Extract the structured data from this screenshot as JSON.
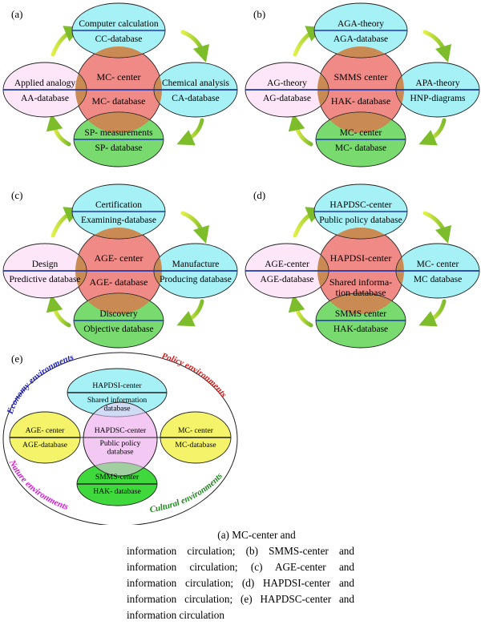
{
  "colors": {
    "cyan": "#a6f1f6",
    "pink": "#fde6f8",
    "green": "#79db6f",
    "center_red": "#f08a86",
    "overlap": "#c98a54",
    "divider": "#1c3ab0",
    "arrow_yellow": "#e3f04a",
    "arrow_green": "#7dbc2a",
    "yellow": "#f5f36a",
    "bright_green": "#3fd83d",
    "lavender": "#f3c9f4",
    "economy": "#1a1acc",
    "policy": "#e01616",
    "nature": "#d11ad1",
    "cultural": "#1a8a1a"
  },
  "diagrams": [
    {
      "label": "(a)",
      "center": {
        "top": "MC- center",
        "bottom": "MC- database"
      },
      "top": {
        "top": "Computer calculation",
        "bottom": "CC-database"
      },
      "right": {
        "top": "Chemical analysis",
        "bottom": "CA-database"
      },
      "bottom": {
        "top": "SP- measurements",
        "bottom": "SP- database"
      },
      "left": {
        "top": "Applied analogy",
        "bottom": "AA-database"
      }
    },
    {
      "label": "(b)",
      "center": {
        "top": "SMMS center",
        "bottom": "HAK- database"
      },
      "top": {
        "top": "AGA-theory",
        "bottom": "AGA-database"
      },
      "right": {
        "top": "APA-theory",
        "bottom": "HNP-diagrams"
      },
      "bottom": {
        "top": "MC- center",
        "bottom": "MC- database"
      },
      "left": {
        "top": "AG-theory",
        "bottom": "AG-database"
      }
    },
    {
      "label": "(c)",
      "center": {
        "top": "AGE- center",
        "bottom": "AGE- database"
      },
      "top": {
        "top": "Certification",
        "bottom": "Examining-database"
      },
      "right": {
        "top": "Manufacture",
        "bottom": "Producing database"
      },
      "bottom": {
        "top": "Discovery",
        "bottom": "Objective database"
      },
      "left": {
        "top": "Design",
        "bottom": "Predictive database"
      }
    },
    {
      "label": "(d)",
      "center": {
        "top": "HAPDSI-center",
        "bottom": "Shared informa-",
        "bottom2": "tion database"
      },
      "top": {
        "top": "HAPDSC-center",
        "bottom": "Public policy database"
      },
      "right": {
        "top": "MC- center",
        "bottom": "MC database"
      },
      "bottom": {
        "top": "SMMS center",
        "bottom": "HAK-database"
      },
      "left": {
        "top": "AGE-center",
        "bottom": "AGE-database"
      }
    }
  ],
  "diagram_e": {
    "label": "(e)",
    "top": {
      "top": "HAPDSI-center",
      "bottom": "Shared information",
      "bottom2": "database"
    },
    "center": {
      "top": "HAPDSC-center",
      "bottom": "Public policy",
      "bottom2": "database"
    },
    "left": {
      "top": "AGE- center",
      "bottom": "AGE-database"
    },
    "right": {
      "top": "MC- center",
      "bottom": "MC-database"
    },
    "bottom": {
      "top": "SMMS-center",
      "bottom": "HAK- database"
    },
    "environments": {
      "economy": "Economy environments",
      "policy": "Policy environments",
      "nature": "Nature environments",
      "cultural": "Cultural environments"
    }
  },
  "caption": {
    "line1": "(a)    MC-center    and",
    "rest": "information circulation; (b)   SMMS-center and information circulation; (c) AGE-center and information circulation; (d) HAPDSI-center and information circulation; (e) HAPDSC-center and information circulation"
  }
}
